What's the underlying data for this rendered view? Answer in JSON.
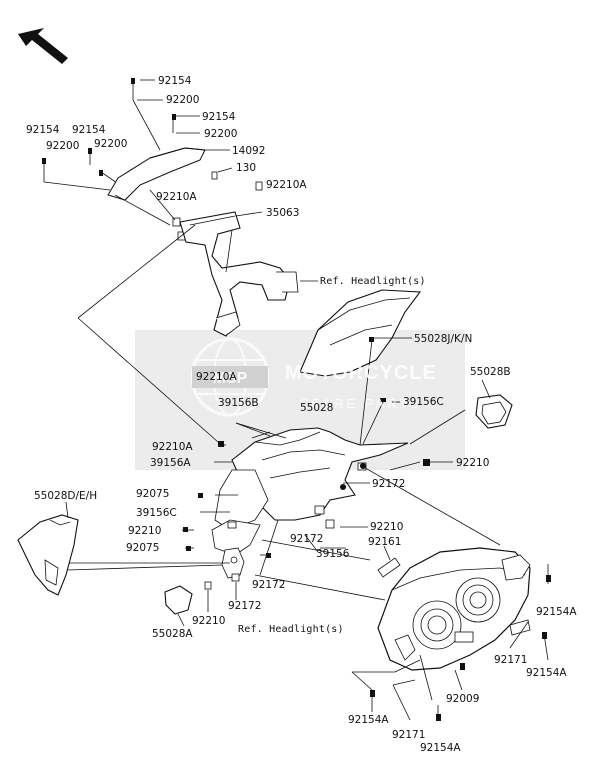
{
  "watermark": {
    "brand": "MOTORCYCLE",
    "sub": "SPARE PARTS",
    "logo": "MSP"
  },
  "parts": {
    "p92154_a": "92154",
    "p92200_a": "92200",
    "p92154_b": "92154",
    "p92200_b": "92200",
    "p92154_c": "92154",
    "p92200_c": "92200",
    "p92154_d": "92154",
    "p92200_d": "92200",
    "p14092": "14092",
    "p130": "130",
    "p92210A_a": "92210A",
    "p92210A_b": "92210A",
    "p35063": "35063",
    "ref_headlight_1": "Ref. Headlight(s)",
    "p55028JKN": "55028J/K/N",
    "p92210A_c": "92210A",
    "p39156B": "39156B",
    "p55028": "55028",
    "p55028B": "55028B",
    "p39156C_a": "39156C",
    "p92210A_d": "92210A",
    "p39156A": "39156A",
    "p92210_a": "92210",
    "p55028DEH": "55028D/E/H",
    "p92075_a": "92075",
    "p39156C_b": "39156C",
    "p92210_b": "92210",
    "p92075_b": "92075",
    "p92172_a": "92172",
    "p92210_c": "92210",
    "p92172_b": "92172",
    "p39156": "39156",
    "p92161": "92161",
    "p92172_c": "92172",
    "p92172_d": "92172",
    "p92210_d": "92210",
    "p55028A": "55028A",
    "ref_headlight_2": "Ref. Headlight(s)",
    "p92154A_a": "92154A",
    "p92171_a": "92171",
    "p92154A_b": "92154A",
    "p92009": "92009",
    "p92154A_c": "92154A",
    "p92171_b": "92171",
    "p92154A_d": "92154A"
  },
  "icons": {
    "front_arrow": "direction-arrow-icon"
  }
}
